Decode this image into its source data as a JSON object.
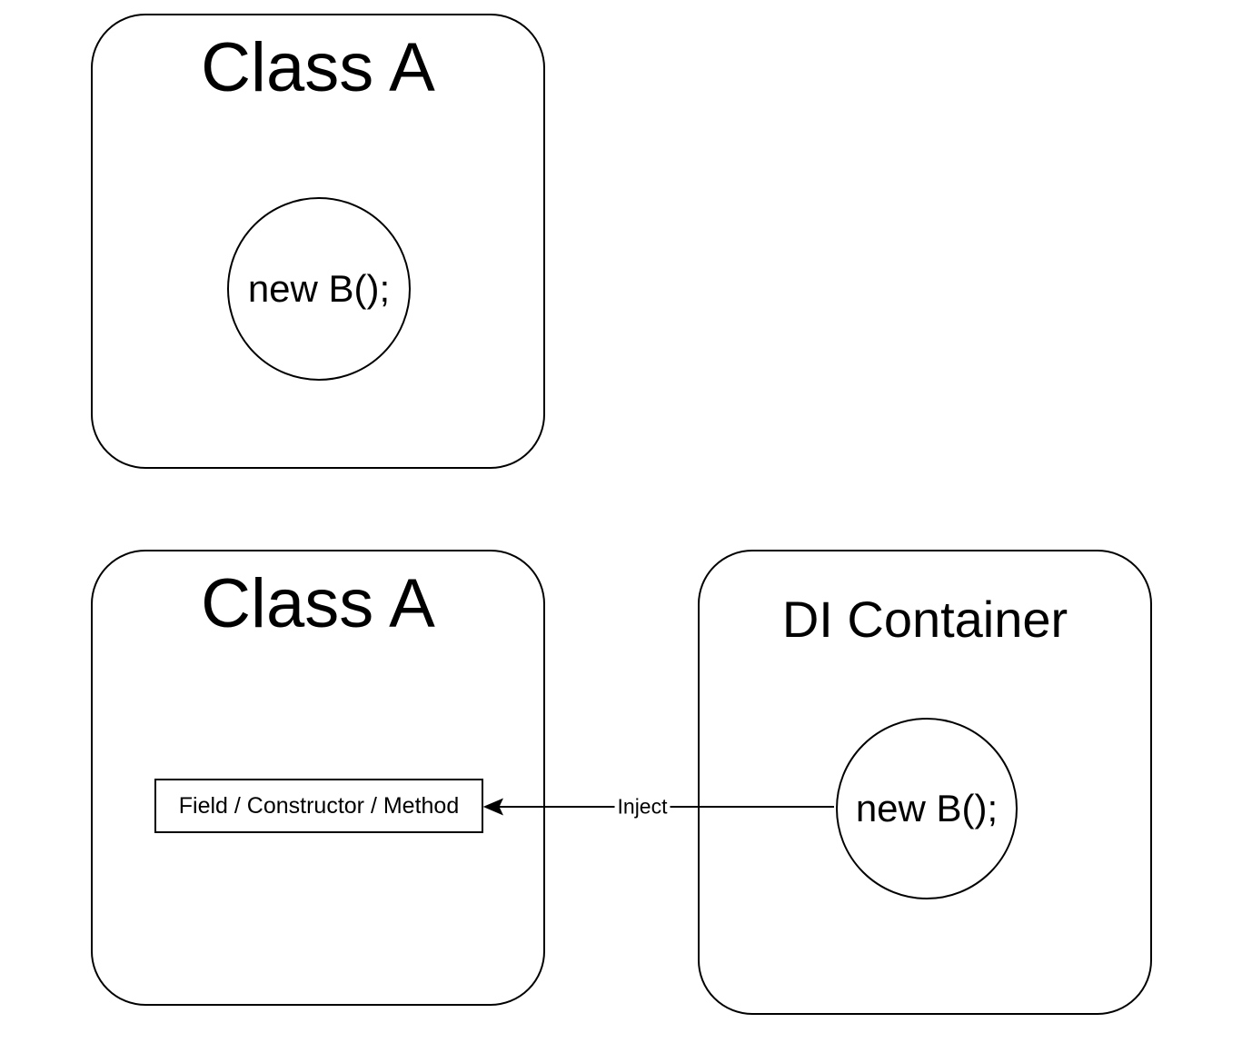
{
  "diagram": {
    "background_color": "#ffffff",
    "stroke_color": "#000000",
    "top_class_a": {
      "title": "Class A",
      "circle_label": "new B();"
    },
    "bottom_class_a": {
      "title": "Class A",
      "injection_point_label": "Field / Constructor / Method"
    },
    "di_container": {
      "title": "DI Container",
      "circle_label": "new B();"
    },
    "arrow": {
      "label": "Inject",
      "direction": "right-to-left"
    }
  }
}
